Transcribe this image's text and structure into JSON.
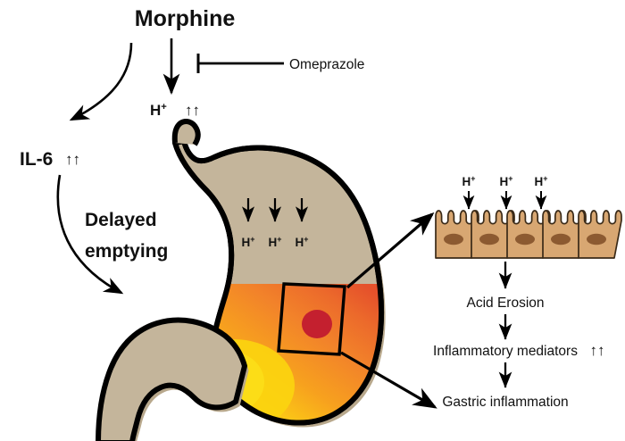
{
  "figure": {
    "title": "Morphine",
    "caption_present": false
  },
  "labels": {
    "morphine": "Morphine",
    "omeprazole": "Omeprazole",
    "proton_top": "H",
    "proton_sup": "+",
    "proton_arrows": "↑↑",
    "il6": "IL-6",
    "il6_arrows": "↑↑",
    "delayed_line1": "Delayed",
    "delayed_line2": "emptying",
    "acid_erosion": "Acid Erosion",
    "inflammatory_mediators": "Inflammatory mediators",
    "inflammatory_arrows": "↑↑",
    "gastric_inflammation": "Gastric inflammation"
  },
  "stomach_h_labels": [
    {
      "text": "H",
      "sup": "+"
    },
    {
      "text": "H",
      "sup": "+"
    },
    {
      "text": "H",
      "sup": "+"
    }
  ],
  "epithelium_h_labels": [
    {
      "text": "H",
      "sup": "+"
    },
    {
      "text": "H",
      "sup": "+"
    },
    {
      "text": "H",
      "sup": "+"
    }
  ],
  "colors": {
    "outline": "#000000",
    "stomach_tan": "#C4B59B",
    "stomach_tan_shadow": "#B3A georgia",
    "gradient_yellow": "#FCD815",
    "gradient_orange": "#F3852A",
    "gradient_red_orange": "#E8502A",
    "ulcer_red": "#C4202F",
    "cell_fill": "#D8A772",
    "cell_nucleus": "#8C5A31",
    "cell_outline": "#3A2A18",
    "text": "#111111",
    "background": "#FFFFFF"
  },
  "epithelium": {
    "cell_count": 5,
    "microvilli_per_cell": 4,
    "has_nucleus": true
  },
  "connectors": [
    {
      "name": "morphine-to-proton",
      "type": "straight-arrow"
    },
    {
      "name": "morphine-to-il6",
      "type": "curved-arrow"
    },
    {
      "name": "omeprazole-inhibition",
      "type": "blunt-end-inhibitor"
    },
    {
      "name": "il6-to-delayed-emptying",
      "type": "curved-arrow"
    },
    {
      "name": "zoombox-to-epithelium",
      "type": "straight-arrow"
    },
    {
      "name": "zoombox-to-gastric-inflammation",
      "type": "straight-arrow"
    },
    {
      "name": "epithelium-to-acid-erosion",
      "type": "straight-arrow"
    },
    {
      "name": "acid-erosion-to-mediators",
      "type": "straight-arrow"
    },
    {
      "name": "mediators-to-inflammation",
      "type": "straight-arrow"
    }
  ]
}
